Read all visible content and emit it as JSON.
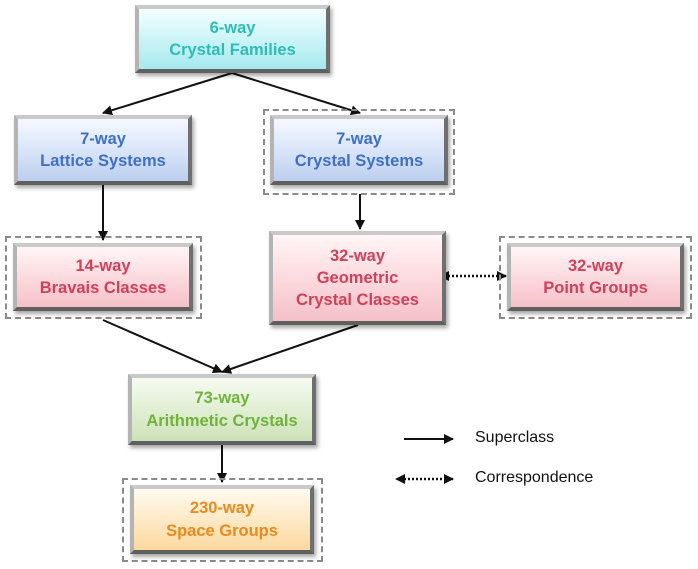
{
  "nodes": {
    "crystal_families": {
      "line1": "6-way",
      "line2": "Crystal Families"
    },
    "lattice_systems": {
      "line1": "7-way",
      "line2": "Lattice Systems"
    },
    "crystal_systems": {
      "line1": "7-way",
      "line2": "Crystal Systems"
    },
    "bravais_classes": {
      "line1": "14-way",
      "line2": "Bravais Classes"
    },
    "geometric_classes": {
      "line1": "32-way",
      "line2": "Geometric",
      "line3": "Crystal Classes"
    },
    "point_groups": {
      "line1": "32-way",
      "line2": "Point Groups"
    },
    "arithmetic_crystals": {
      "line1": "73-way",
      "line2": "Arithmetic Crystals"
    },
    "space_groups": {
      "line1": "230-way",
      "line2": "Space Groups"
    }
  },
  "legend": {
    "superclass": "Superclass",
    "correspondence": "Correspondence"
  },
  "colors": {
    "teal": "#2fbcb4",
    "blue": "#3f6fc6",
    "red": "#d1405a",
    "green": "#6fb33a",
    "orange": "#e88a1e"
  }
}
